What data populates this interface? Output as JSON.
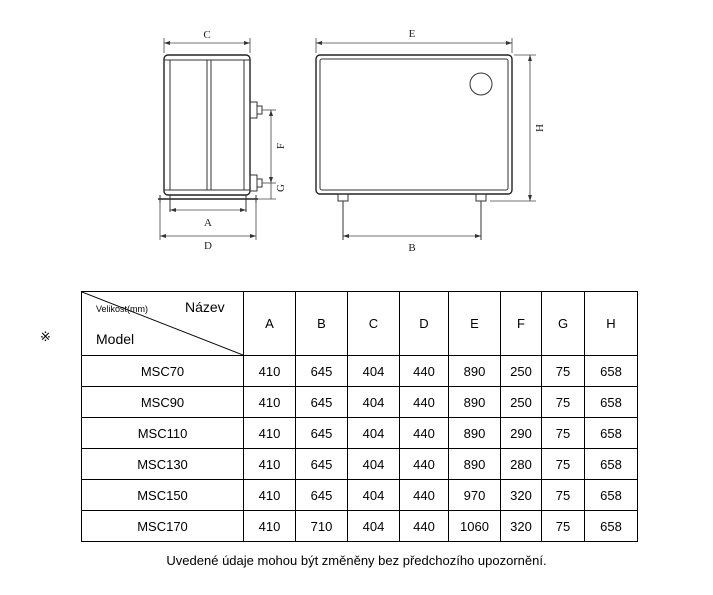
{
  "diagram": {
    "dim_labels": {
      "C": "C",
      "E": "E",
      "A": "A",
      "D": "D",
      "F": "F",
      "G": "G",
      "H": "H",
      "B": "B"
    }
  },
  "note_mark": "※",
  "table": {
    "header": {
      "size_label": "Velikost(mm)",
      "name_label": "Název",
      "model_label": "Model",
      "columns": [
        "A",
        "B",
        "C",
        "D",
        "E",
        "F",
        "G",
        "H"
      ]
    },
    "rows": [
      {
        "model": "MSC70",
        "values": [
          "410",
          "645",
          "404",
          "440",
          "890",
          "250",
          "75",
          "658"
        ]
      },
      {
        "model": "MSC90",
        "values": [
          "410",
          "645",
          "404",
          "440",
          "890",
          "250",
          "75",
          "658"
        ]
      },
      {
        "model": "MSC110",
        "values": [
          "410",
          "645",
          "404",
          "440",
          "890",
          "290",
          "75",
          "658"
        ]
      },
      {
        "model": "MSC130",
        "values": [
          "410",
          "645",
          "404",
          "440",
          "890",
          "280",
          "75",
          "658"
        ]
      },
      {
        "model": "MSC150",
        "values": [
          "410",
          "645",
          "404",
          "440",
          "970",
          "320",
          "75",
          "658"
        ]
      },
      {
        "model": "MSC170",
        "values": [
          "410",
          "710",
          "404",
          "440",
          "1060",
          "320",
          "75",
          "658"
        ]
      }
    ]
  },
  "footnote": "Uvedené údaje mohou být změněny bez předchozího upozornění."
}
